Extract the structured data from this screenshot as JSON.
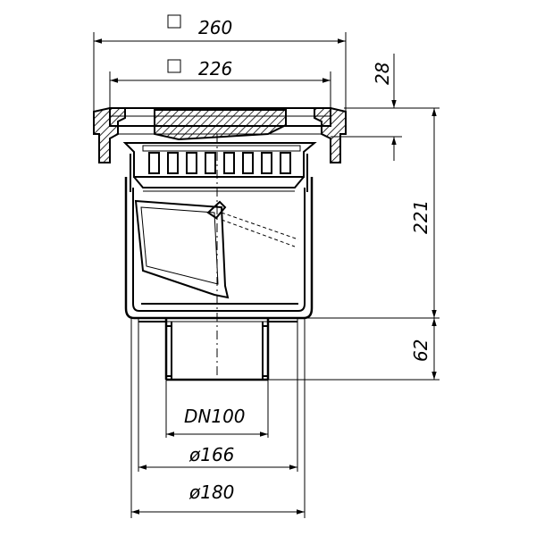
{
  "dimensions": {
    "outer_square": "260",
    "inner_square": "226",
    "frame_height": "28",
    "body_height": "221",
    "outlet_height": "62",
    "outlet_nominal": "DN100",
    "dia_166": "ø166",
    "dia_180": "ø180"
  }
}
